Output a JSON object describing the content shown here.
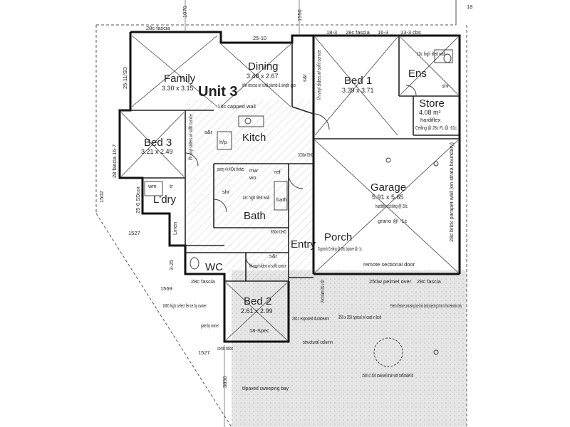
{
  "plan": {
    "unit_title": "Unit 3",
    "top_dims": [
      "1070",
      "1550",
      "25-10",
      "18-3",
      "28c fascia",
      "16-3",
      "13-3 cbs",
      "28c fascia",
      "18"
    ],
    "left_dims": [
      "25-11/SD",
      "28 fascia 16-7",
      "1502",
      "25-6 SDcor",
      "1527",
      "3-25",
      "1569",
      "1527"
    ],
    "notes": {
      "capped_wall": "13c capped wall",
      "dining_note": "d/w recess w/ cold plumb & single gpo",
      "fh_sliders_bed3": "f/h vinyl sliders w/ soffit cornice",
      "fh_sliders_bed1": "f/h vinyl sliders w/ soffit cornice",
      "ens_note": "13c high tiled wall",
      "pantry": "pantry 4 x 450w shelves",
      "bath_wall": "13c high tiled wall",
      "door_1000": "1000w DHO",
      "door_850": "850w DHO",
      "fh_sliders_bed2": "f/h vinyl sliders w/ soffit cornice",
      "remote_door": "remote sectional door",
      "pelmet": "250w pelmet over",
      "fascia_28c": "28c fascia",
      "extent_note": "Extent of feature contrasting face brick band projecting 10mm to front elevation only",
      "pier": "350 x 350 typical w/ cast in bolt",
      "duraspan": "261c exposed durabeam",
      "column": "structural column",
      "pier_column": "Pier/column 350 x 350",
      "soakwell": "1500 x 1500 soakwell drain with trafficable lid",
      "fence": "1800 high select fence by owner",
      "gate": "gate by owner",
      "spec": "18-Spec",
      "comb": "comb mbox",
      "paved": "tilpaved sweeping bay",
      "dim_3850": "3850",
      "fascia_left": "28c fascia",
      "garage_wall": "28c brick parapet wall (on strata boundary)",
      "store_ceiling": "Ceiling @ 28c FL @ -01c",
      "linen": "Linen",
      "ref": "ref",
      "mw": "mw",
      "wo": "wo",
      "shr": "shr",
      "wm": "wm",
      "tr": "tr",
      "bath_t": "bath",
      "hp": "h/p",
      "sr": "s&r"
    },
    "rooms": {
      "family": {
        "name": "Family",
        "size": "3.30 x 3.15"
      },
      "dining": {
        "name": "Dining",
        "size": "3.48 x 2.67"
      },
      "bed1": {
        "name": "Bed 1",
        "size": "3.39 x 3.71"
      },
      "ens": {
        "name": "Ens"
      },
      "store": {
        "name": "Store",
        "size": "4.08 m²",
        "sub": "hardiflex"
      },
      "kitch": {
        "name": "Kitch"
      },
      "bed3": {
        "name": "Bed 3",
        "size": "3.21 x 2.49"
      },
      "ldry": {
        "name": "L'dry"
      },
      "bath": {
        "name": "Bath"
      },
      "garage": {
        "name": "Garage",
        "size": "5.91 x 5.65",
        "sub": "hardiflex ceiling @ 28c",
        "sub2": "grano @ -1c"
      },
      "porch": {
        "name": "Porch",
        "sub": "Gyprock Ceiling @ 28c b/pave @ -1c"
      },
      "entry": {
        "name": "Entry"
      },
      "wc": {
        "name": "WC"
      },
      "bed2": {
        "name": "Bed 2",
        "size": "2.61 x 2.99"
      }
    }
  }
}
